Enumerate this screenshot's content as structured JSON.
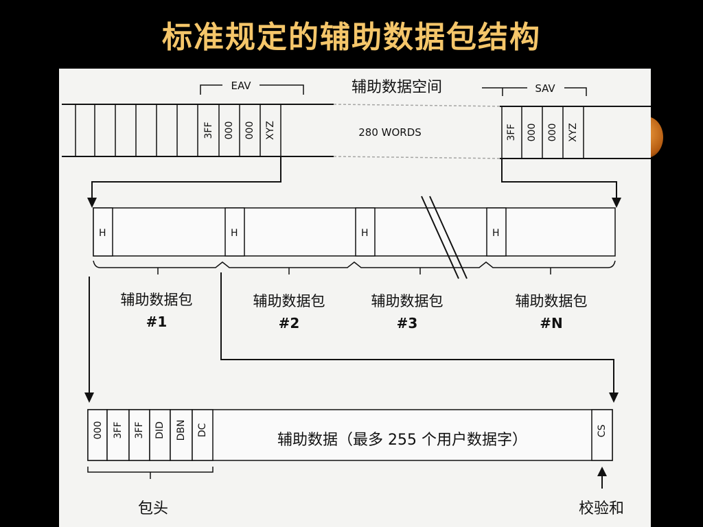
{
  "title": "标准规定的辅助数据包结构",
  "line1": {
    "eav_label": "EAV",
    "sav_label": "SAV",
    "space_label": "辅助数据空间",
    "words_label": "280 WORDS",
    "eav_words": [
      "3FF",
      "000",
      "000",
      "XYZ"
    ],
    "sav_words": [
      "3FF",
      "000",
      "000",
      "XYZ"
    ]
  },
  "packets": {
    "header_marker": "H",
    "items": [
      {
        "name": "辅助数据包",
        "number": "#1"
      },
      {
        "name": "辅助数据包",
        "number": "#2"
      },
      {
        "name": "辅助数据包",
        "number": "#3"
      },
      {
        "name": "辅助数据包",
        "number": "#N"
      }
    ]
  },
  "packet_structure": {
    "header_fields": [
      "000",
      "3FF",
      "3FF",
      "DID",
      "DBN",
      "DC"
    ],
    "data_label": "辅助数据（最多 255 个用户数据字）",
    "checksum_field": "CS",
    "header_label": "包头",
    "checksum_label": "校验和"
  },
  "colors": {
    "title": "#f5c66a",
    "background": "#000000",
    "panel": "#f4f4f2"
  }
}
